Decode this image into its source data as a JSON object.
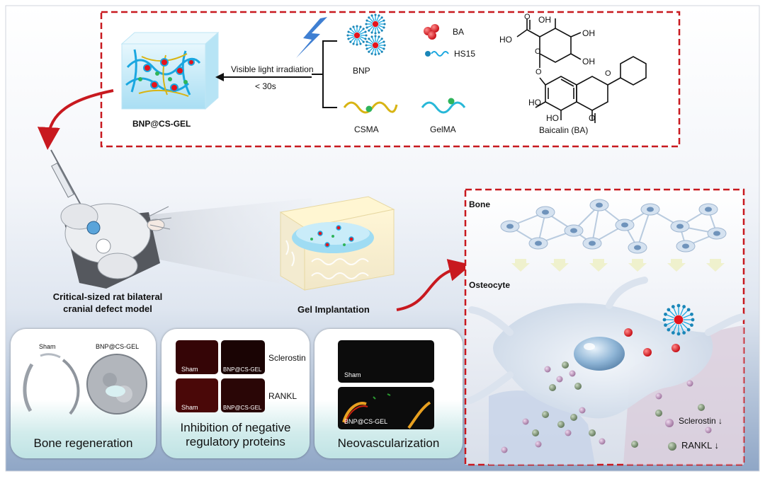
{
  "top_panel": {
    "visible_light_label": "Visible light irradiation",
    "time_label": "< 30s",
    "hydrogel_label": "BNP@CS-GEL",
    "bnp_label": "BNP",
    "ba_legend": "BA",
    "hs15_legend": "HS15",
    "csma_label": "CSMA",
    "gelma_label": "GelMA",
    "baicalin_label": "Baicalin (BA)",
    "chem": {
      "oh1": "OH",
      "ho_left": "HO",
      "oh2": "OH",
      "oh3": "OH",
      "o_acid": "O",
      "o_ring": "O",
      "o_link": "O",
      "o_chromone": "O",
      "ho_a": "HO",
      "ho_b": "HO",
      "o_keto": "O"
    }
  },
  "middle": {
    "rat_model_label_line1": "Critical-sized rat bilateral",
    "rat_model_label_line2": "cranial defect model",
    "gel_implant_label": "Gel Implantation"
  },
  "right_panel": {
    "bone_label": "Bone",
    "osteocyte_label": "Osteocyte",
    "sclerostin_label": "Sclerostin ↓",
    "rankl_label": "RANKL ↓"
  },
  "bottom_panels": {
    "bone": {
      "title": "Bone regeneration",
      "sham_label": "Sham",
      "treated_label": "BNP@CS-GEL"
    },
    "inhibition": {
      "title_line1": "Inhibition of negative",
      "title_line2": "regulatory proteins",
      "sclerostin": "Sclerostin",
      "rankl": "RANKL",
      "sham1": "Sham",
      "gel1": "BNP@CS-GEL",
      "sham2": "Sham",
      "gel2": "BNP@CS-GEL"
    },
    "neo": {
      "title": "Neovascularization",
      "sham": "Sham",
      "gel": "BNP@CS-GEL"
    }
  },
  "colors": {
    "dash_red": "#c8191f",
    "arrow_red": "#c8191f",
    "ba_red": "#e5141c",
    "hydrogel_blue": "#27b3e6",
    "csma_yellow": "#d8b414",
    "gelma_cyan": "#28b8d8",
    "node_green": "#2fb45a"
  }
}
